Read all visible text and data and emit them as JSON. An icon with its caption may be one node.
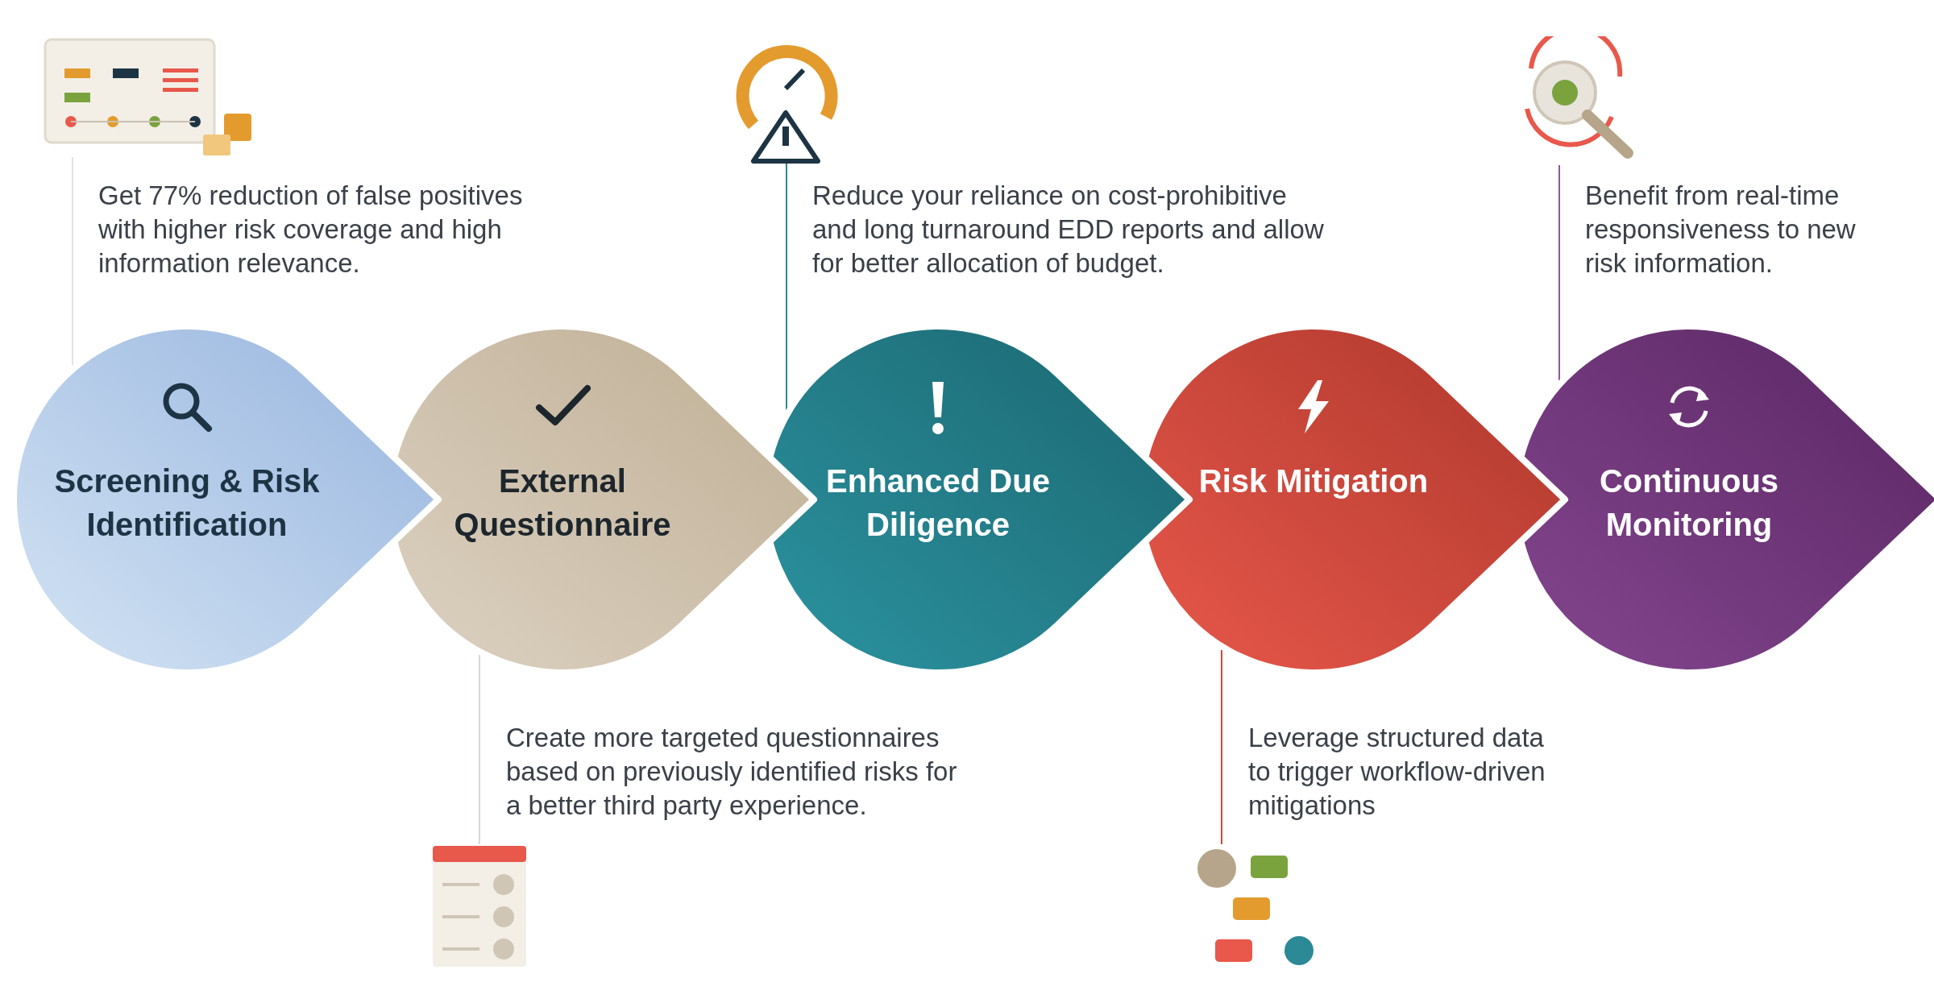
{
  "diagram": {
    "nodes": [
      {
        "text": [
          "Screening & Risk Identification"
        ]
      },
      {
        "text": [
          "External Questionnaire"
        ]
      },
      {
        "text": [
          "Enhanced Due Diligence"
        ]
      },
      {
        "text": [
          "Risk Mitigation"
        ]
      },
      {
        "text": [
          "Continuous Monitoring"
        ]
      },
      {
        "text": [],
        "shape": "picture",
        "beside": [
          "Get 77% reduction of false positives with higher risk coverage and high information relevance."
        ]
      },
      {
        "text": [],
        "shape": "picture",
        "beside": [
          "Create more targeted questionnaires based on previously identified risks for a better third party experience."
        ]
      },
      {
        "text": [],
        "shape": "picture",
        "beside": [
          "Reduce your reliance on cost-prohibitive and long turnaround EDD reports and allow for better allocation of budget."
        ]
      },
      {
        "text": [],
        "shape": "picture",
        "beside": [
          "Leverage structured data to trigger workflow-driven mitigations"
        ]
      },
      {
        "text": [],
        "shape": "picture",
        "beside": [
          "Benefit from real-time responsiveness to new risk information."
        ]
      }
    ],
    "edges": [
      {
        "from": 5,
        "to": 0,
        "arrow": "none",
        "color": "#e3e3e3"
      },
      {
        "from": 6,
        "to": 1,
        "arrow": "none",
        "color": "#dcd6cc"
      },
      {
        "from": 7,
        "to": 2,
        "arrow": "none",
        "color": "#2b8a96"
      },
      {
        "from": 8,
        "to": 3,
        "arrow": "none",
        "color": "#d9473b"
      },
      {
        "from": 9,
        "to": 4,
        "arrow": "none",
        "color": "#8d5a96"
      }
    ]
  }
}
